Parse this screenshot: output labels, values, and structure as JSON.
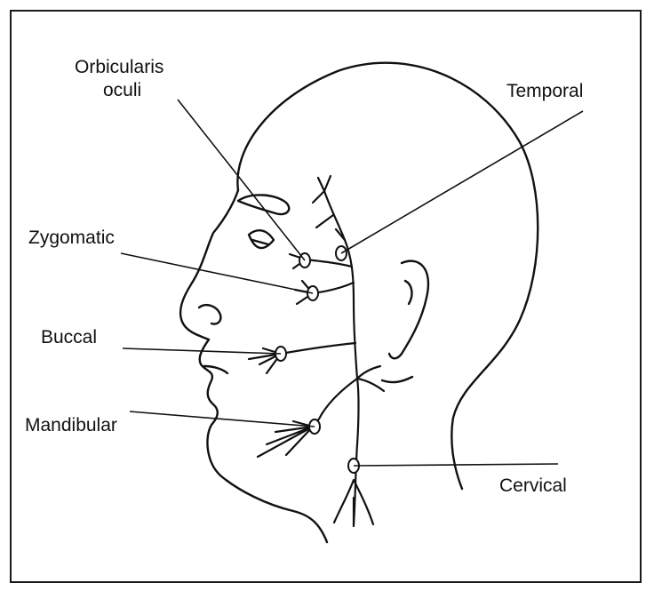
{
  "labels": {
    "orbicularis_line1": "Orbicularis",
    "orbicularis_line2": "oculi",
    "temporal": "Temporal",
    "zygomatic": "Zygomatic",
    "buccal": "Buccal",
    "mandibular": "Mandibular",
    "cervical": "Cervical"
  }
}
